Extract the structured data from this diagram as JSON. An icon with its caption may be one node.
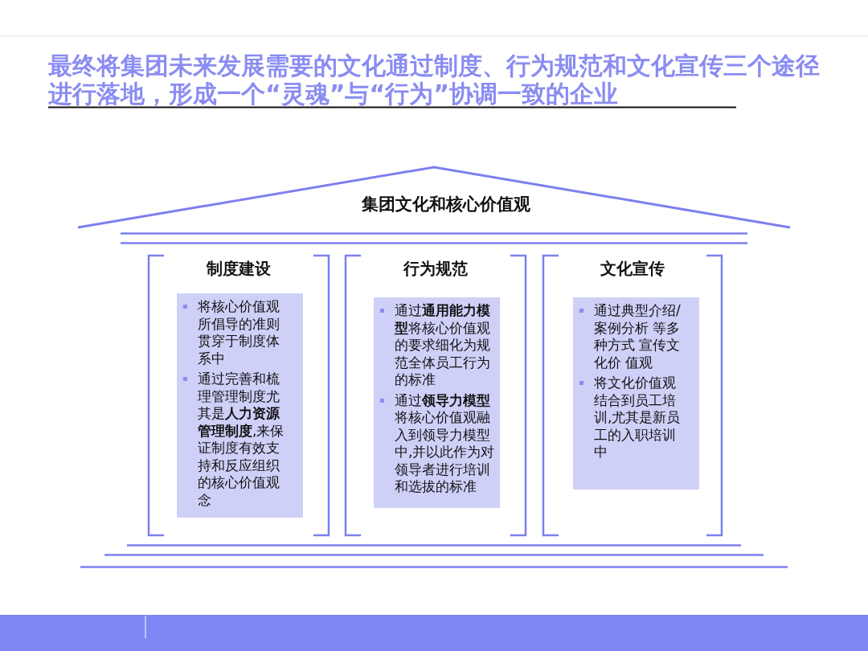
{
  "diagram": {
    "title": "最终将集团未来发展需要的文化通过制度、行为规范和文化宣传三个途径进行落地，形成一个“灵魂”与“行为”协调一致的企业",
    "nodes": [
      {
        "text": [
          "集团文化和核心价值观"
        ]
      },
      {
        "text": [
          "制度建设"
        ]
      },
      {
        "text": [
          "将核心价值观所倡导的准则贯穿于制度体系中",
          "通过完善和梳理管理制度尤其是**人力资源管理制度**,来保证制度有效支持和反应组织的核心价值观念"
        ],
        "in": 1
      },
      {
        "text": [
          "行为规范"
        ]
      },
      {
        "text": [
          "通过**通用能力模型**将核心价值观的要求细化为规范全体员工行为的标准",
          "通过**领导力模型**将核心价值观融入到领导力模型中,并以此作为对领导者进行培训和选拔的标准"
        ],
        "in": 3
      },
      {
        "text": [
          "文化宣传"
        ]
      },
      {
        "text": [
          "通过典型介绍/案例分析 等多种方式 宣传文化价 值观",
          "将文化价值观结合到员工培训,尤其是新员工的入职培训中"
        ],
        "in": 5
      }
    ],
    "edges": []
  }
}
